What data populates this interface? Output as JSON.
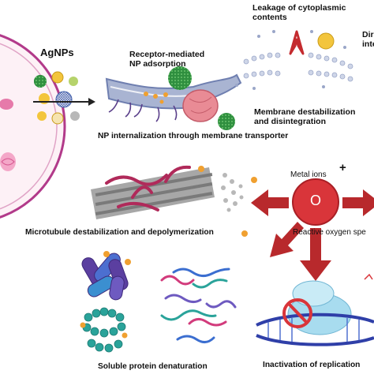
{
  "labels": {
    "agnps": "AgNPs",
    "receptor": "Receptor-mediated\nNP adsorption",
    "leakage": "Leakage of cytoplasmic\ncontents",
    "direct": "Dir\ninte",
    "membrane": "Membrane destabilization\nand disintegration",
    "internalization": "NP internalization through membrane transporter",
    "metal_ions": "Metal ions",
    "plus": "+",
    "ros_symbol": "O",
    "microtubule": "Microtubule destabilization and depolymerization",
    "ros": "Reactive oxygen spe",
    "protein": "Soluble protein denaturation",
    "replication": "Inactivation of replication"
  },
  "colors": {
    "cell_border": "#b23a8a",
    "membrane_fill": "#a9b4d2",
    "membrane_stroke": "#6f7fb0",
    "tissue_pink": "#f2c9dc",
    "ros_circle": "#d9353a",
    "arrow_red": "#b8292c",
    "microtubule": "#8c8c8c",
    "protein_purple": "#5b3fa0",
    "protein_teal": "#2aa39a",
    "nanoparticle_gold": "#f3c53c",
    "nanoparticle_green": "#2f8f3f"
  },
  "icons": [
    "cell-icon",
    "nanoparticle-icon",
    "membrane-icon",
    "microtubule-icon",
    "ros-icon",
    "protein-icon",
    "dna-icon",
    "ribosome-icon",
    "prohibited-icon",
    "arrow-icon"
  ]
}
